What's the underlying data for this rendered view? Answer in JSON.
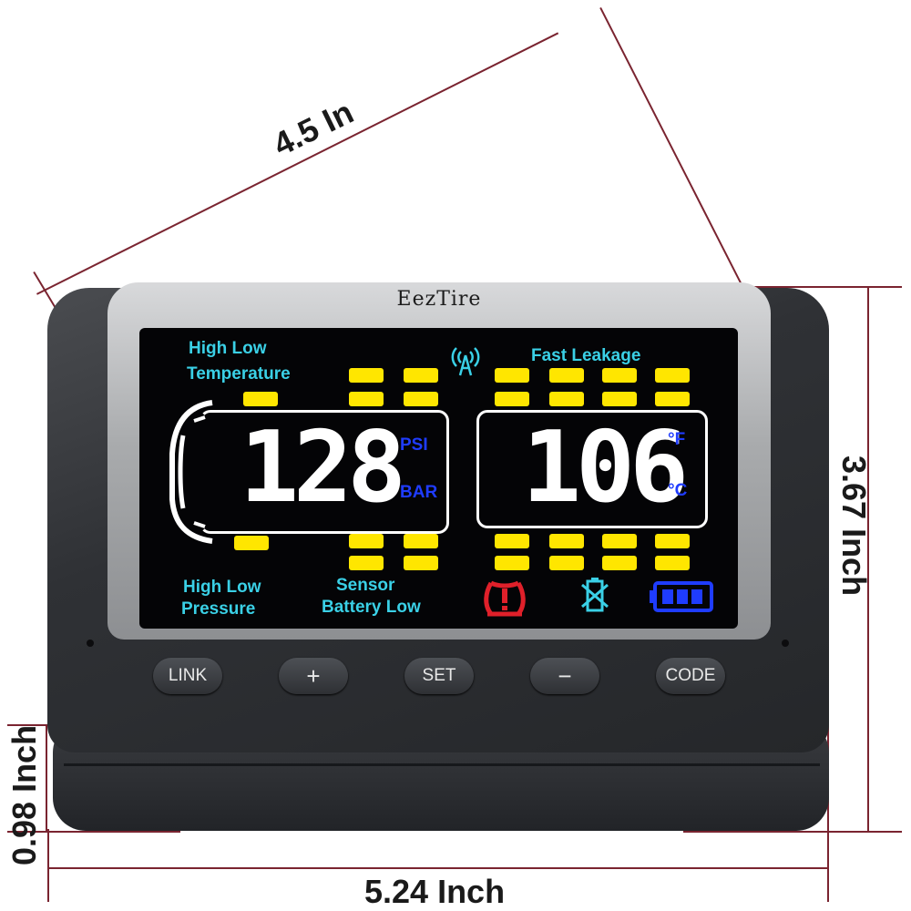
{
  "dimensions": {
    "diagonal": "4.5 In",
    "height": "3.67 Inch",
    "depth": "0.98 Inch",
    "width": "5.24 Inch"
  },
  "device": {
    "brand": "EezTire",
    "screen": {
      "high_low_temperature": [
        "High  Low",
        "Temperature"
      ],
      "fast_leakage": "Fast Leakage",
      "pressure_value": "128",
      "pressure_units": [
        "PSI",
        "BAR"
      ],
      "temperature_value": "106",
      "temperature_units": [
        "°F",
        "°C"
      ],
      "high_low_pressure": [
        "High Low",
        "Pressure"
      ],
      "sensor_battery_low": [
        "Sensor",
        "Battery Low"
      ]
    },
    "buttons": [
      "LINK",
      "+",
      "SET",
      "−",
      "CODE"
    ]
  },
  "colors": {
    "segment": "#ffe600",
    "label": "#3ad0e6",
    "unit": "#1f3cff",
    "alert": "#e0202a"
  }
}
